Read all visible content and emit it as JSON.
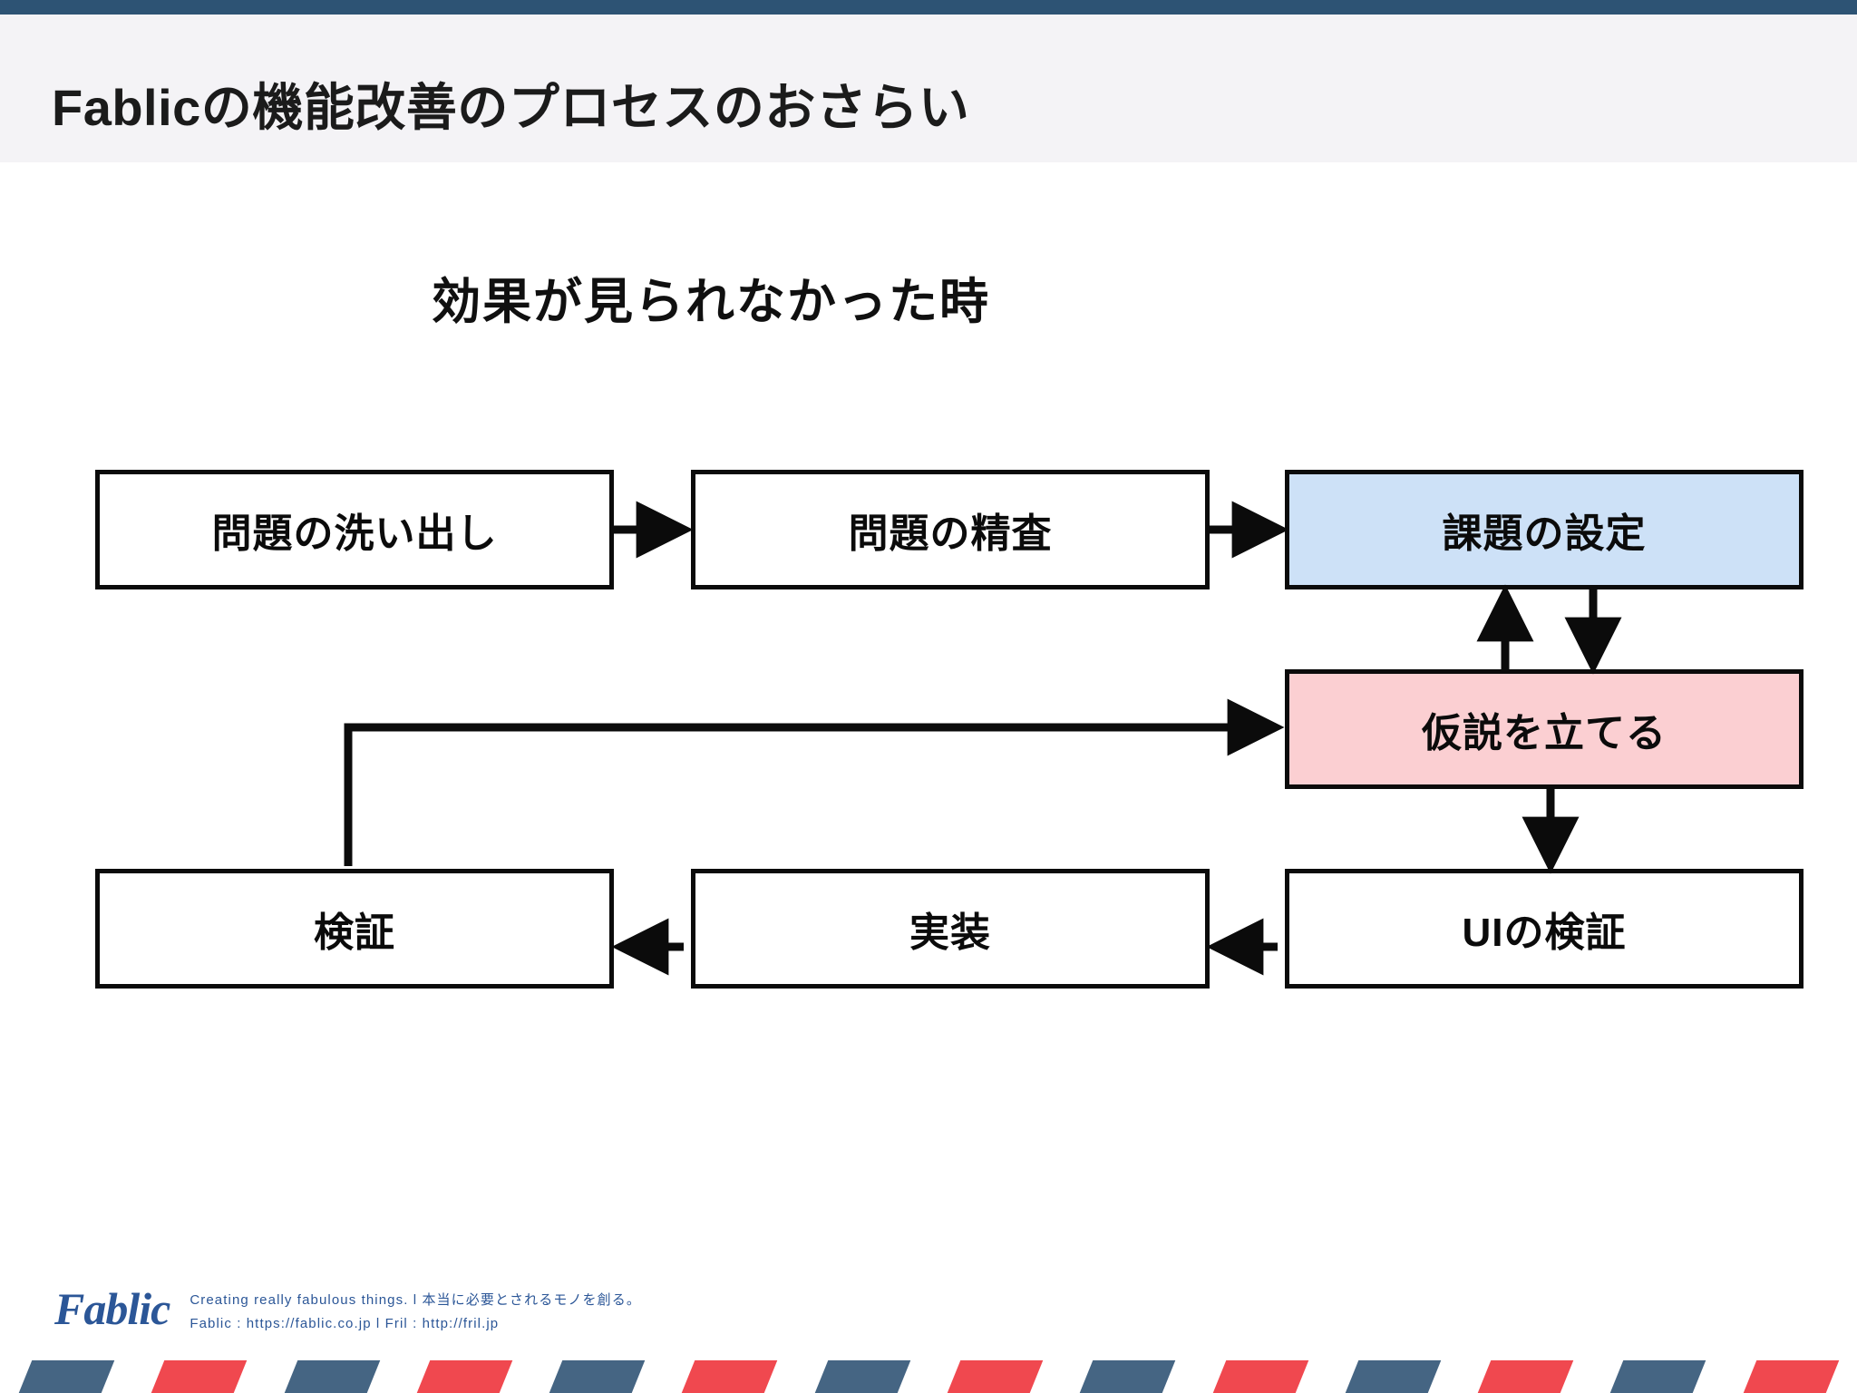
{
  "theme": {
    "accent_bar": "#2d5374",
    "header_band": "#f4f3f6",
    "node_border": "#0b0b0b",
    "node_fill_default": "#ffffff",
    "node_fill_blue": "#cde1f7",
    "node_fill_pink": "#fbcfd2",
    "stripe_blue": "#456583",
    "stripe_red": "#f0484f",
    "brand_blue": "#2b5697"
  },
  "header": {
    "title": "Fablicの機能改善のプロセスのおさらい"
  },
  "slide": {
    "subtitle": "効果が見られなかった時"
  },
  "diagram": {
    "type": "flowchart",
    "nodes": [
      {
        "id": "n0",
        "label": "問題の洗い出し",
        "fill": "#ffffff",
        "row": 1,
        "col": 1
      },
      {
        "id": "n1",
        "label": "問題の精査",
        "fill": "#ffffff",
        "row": 1,
        "col": 2
      },
      {
        "id": "n2",
        "label": "課題の設定",
        "fill": "#cde1f7",
        "row": 1,
        "col": 3
      },
      {
        "id": "n3",
        "label": "仮説を立てる",
        "fill": "#fbcfd2",
        "row": 2,
        "col": 3
      },
      {
        "id": "n4",
        "label": "UIの検証",
        "fill": "#ffffff",
        "row": 3,
        "col": 3
      },
      {
        "id": "n5",
        "label": "実装",
        "fill": "#ffffff",
        "row": 3,
        "col": 2
      },
      {
        "id": "n6",
        "label": "検証",
        "fill": "#ffffff",
        "row": 3,
        "col": 1
      }
    ],
    "edges": [
      {
        "from": "n0",
        "to": "n1",
        "direction": "right"
      },
      {
        "from": "n1",
        "to": "n2",
        "direction": "right"
      },
      {
        "from": "n2",
        "to": "n3",
        "direction": "down"
      },
      {
        "from": "n3",
        "to": "n2",
        "direction": "up"
      },
      {
        "from": "n3",
        "to": "n4",
        "direction": "down"
      },
      {
        "from": "n4",
        "to": "n5",
        "direction": "left"
      },
      {
        "from": "n5",
        "to": "n6",
        "direction": "left"
      },
      {
        "from": "n6",
        "to": "n3",
        "direction": "feedback-up-right"
      }
    ]
  },
  "footer": {
    "logo": "Fablic",
    "tagline": "Creating really fabulous things.  l  本当に必要とされるモノを創る。",
    "urls": "Fablic : https://fablic.co.jp  l  Fril : http://fril.jp"
  },
  "stripes": {
    "colors": [
      "#456583",
      "#f0484f"
    ],
    "count": 14
  }
}
